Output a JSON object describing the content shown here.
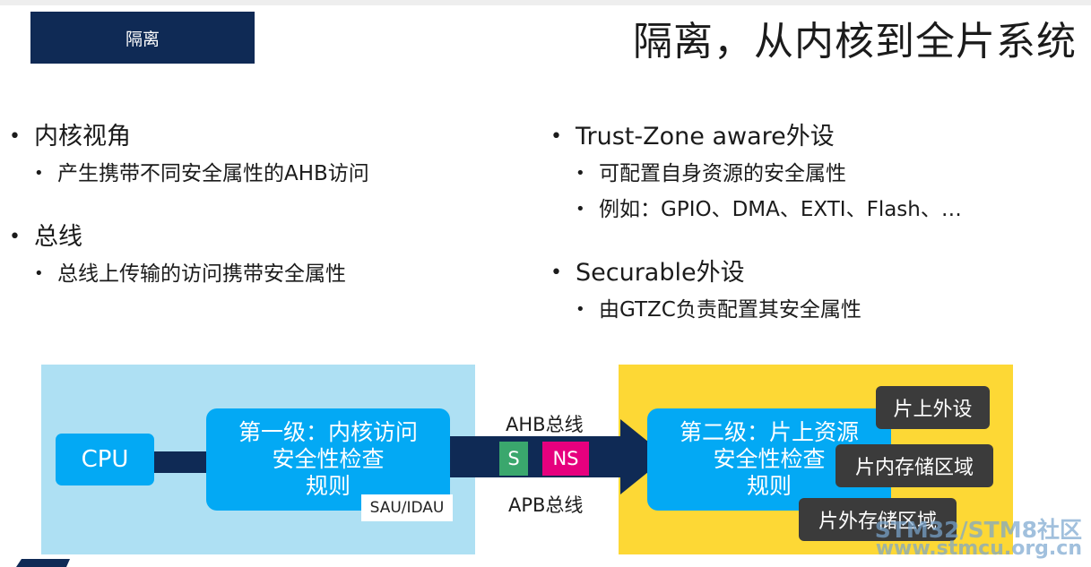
{
  "header": {
    "section_tag": "隔离",
    "title": "隔离，从内核到全片系统"
  },
  "left_column": {
    "items": [
      {
        "heading": "内核视角",
        "sub": [
          "产生携带不同安全属性的AHB访问"
        ]
      },
      {
        "heading": "总线",
        "sub": [
          "总线上传输的访问携带安全属性"
        ]
      }
    ]
  },
  "right_column": {
    "items": [
      {
        "heading": "Trust-Zone aware外设",
        "sub": [
          "可配置自身资源的安全属性",
          "例如：GPIO、DMA、EXTI、Flash、…"
        ]
      },
      {
        "heading": "Securable外设",
        "sub": [
          "由GTZC负责配置其安全属性"
        ]
      }
    ]
  },
  "diagram": {
    "cpu_label": "CPU",
    "level1_rules": "第一级：内核访问\n安全性检查\n规则",
    "sau_label": "SAU/IDAU",
    "ahb_label": "AHB总线",
    "apb_label": "APB总线",
    "s_tag": "S",
    "ns_tag": "NS",
    "level2_rules": "第二级：片上资源\n安全性检查\n规则",
    "resources": [
      "片上外设",
      "片内存储区域",
      "片外存储区域"
    ],
    "colors": {
      "navy": "#0f2a55",
      "cyan": "#03a9f4",
      "light_blue": "#aee0f3",
      "yellow": "#fdd835",
      "s_green": "#3aa76d",
      "ns_pink": "#e6007e",
      "dark_gray": "#3b3b3b"
    }
  },
  "watermark": {
    "line1": "STM32/STM8社区",
    "line2": "www.stmcu.org.cn"
  }
}
